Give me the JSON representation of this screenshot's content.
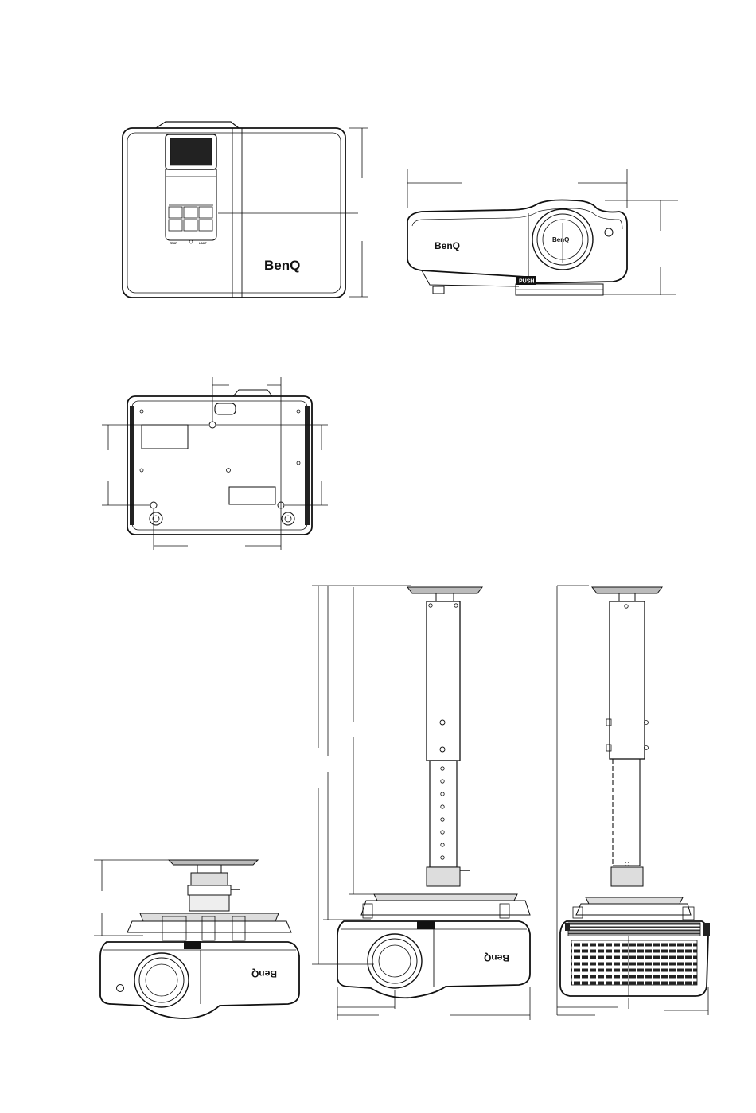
{
  "brand": {
    "logo_text": "BenQ"
  },
  "labels": {
    "push": "PUSH",
    "temp": "TEMP",
    "lamp": "LAMP"
  },
  "views": [
    {
      "id": "top-view"
    },
    {
      "id": "front-view"
    },
    {
      "id": "bottom-view"
    },
    {
      "id": "ceiling-mount-front-min"
    },
    {
      "id": "ceiling-mount-front-max"
    },
    {
      "id": "ceiling-mount-side-max"
    }
  ],
  "colors": {
    "stroke": "#111111",
    "paper": "#ffffff",
    "shade": "#cfcfcf",
    "dark": "#222222"
  }
}
